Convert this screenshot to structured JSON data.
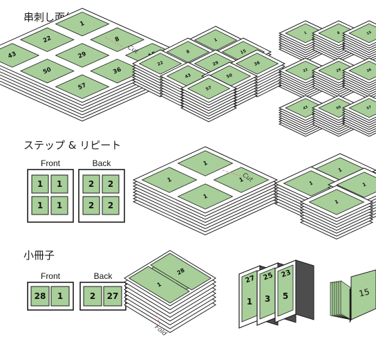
{
  "sections": {
    "saddle_stitch": {
      "title": "串刺し面付け",
      "cut_label": "Cut",
      "stack_numbers": [
        "1",
        "8",
        "15",
        "22",
        "29",
        "36",
        "43",
        "50",
        "57"
      ]
    },
    "step_repeat": {
      "title": "ステップ & リピート",
      "front_label": "Front",
      "back_label": "Back",
      "front_numbers": [
        "1",
        "1",
        "1",
        "1"
      ],
      "back_numbers": [
        "2",
        "2",
        "2",
        "2"
      ],
      "cut_label": "Cut",
      "stack_number": "1"
    },
    "booklet": {
      "title": "小冊子",
      "front_label": "Front",
      "back_label": "Back",
      "front_numbers": [
        "28",
        "1"
      ],
      "back_numbers": [
        "2",
        "27"
      ],
      "fold_label": "Fold",
      "stack_numbers": [
        "28",
        "1"
      ],
      "accordion_numbers": [
        "27",
        "25",
        "23",
        "1",
        "3",
        "5"
      ],
      "book_number": "15"
    }
  },
  "colors": {
    "page_fill": "#a8cf99",
    "sheet_fill": "#ffffff",
    "outline": "#1a1a1a",
    "cut_line": "#d98a8a"
  }
}
